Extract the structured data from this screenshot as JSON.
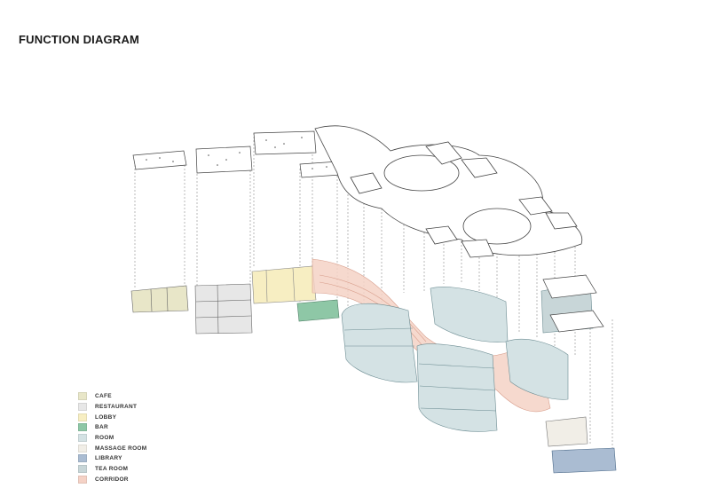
{
  "title": "FUNCTION DIAGRAM",
  "legend": [
    {
      "label": "CAFE",
      "color": "#e8e6c8"
    },
    {
      "label": "RESTAURANT",
      "color": "#e7e7e7"
    },
    {
      "label": "LOBBY",
      "color": "#f7eec2"
    },
    {
      "label": "BAR",
      "color": "#8ec7a6"
    },
    {
      "label": "ROOM",
      "color": "#d4e2e4"
    },
    {
      "label": "MASSAGE ROOM",
      "color": "#f1eee7"
    },
    {
      "label": "LIBRARY",
      "color": "#aabcd2"
    },
    {
      "label": "TEA ROOM",
      "color": "#c8d6d8"
    },
    {
      "label": "CORRIDOR",
      "color": "#f5d2c6"
    }
  ]
}
